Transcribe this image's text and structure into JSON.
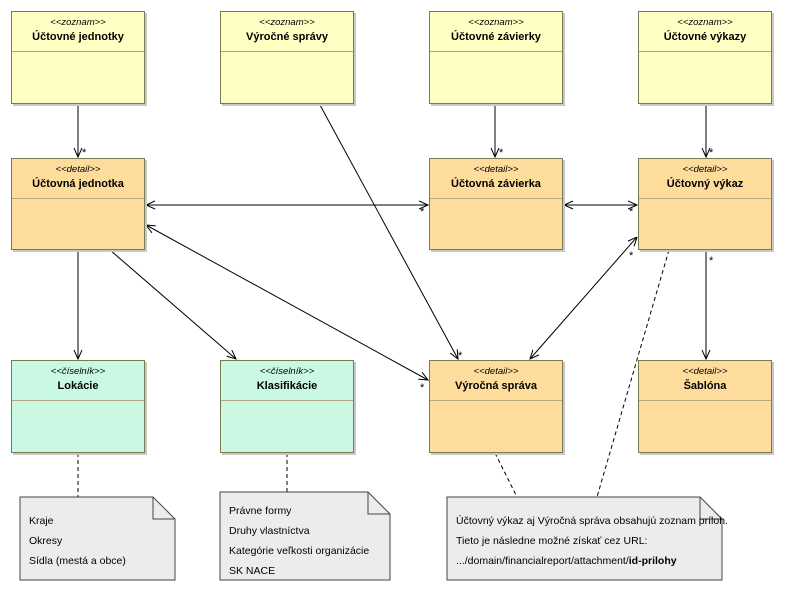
{
  "stereotypes": {
    "zoznam": "<<zoznam>>",
    "detail": "<<detail>>",
    "ciselnik": "<<číselník>>"
  },
  "classes": {
    "uctovne_jednotky": "Účtovné jednotky",
    "vyrocne_spravy": "Výročné správy",
    "uctovne_zavierky": "Účtovné závierky",
    "uctovne_vykazy": "Účtovné výkazy",
    "uctovna_jednotka": "Účtovná jednotka",
    "uctovna_zavierka": "Účtovná závierka",
    "uctovny_vykaz": "Účtovný výkaz",
    "lokacie": "Lokácie",
    "klasifikacie": "Klasifikácie",
    "vyrocna_sprava": "Výročná správa",
    "sablona": "Šablóna"
  },
  "multiplicity": "*",
  "notes": {
    "lokacie": [
      "Kraje",
      "Okresy",
      "Sídla (mestá a obce)"
    ],
    "klasifikacie": [
      "Právne formy",
      "Druhy vlastníctva",
      "Kategórie veľkosti organizácie",
      "SK NACE"
    ],
    "prilohy": {
      "line1": "Účtovný výkaz aj Výročná správa obsahujú zoznam príloh.",
      "line2": "Tieto je následne možné získať cez URL:",
      "url_prefix": ".../domain/financialreport/attachment/",
      "url_bold": "id-prilohy"
    }
  }
}
